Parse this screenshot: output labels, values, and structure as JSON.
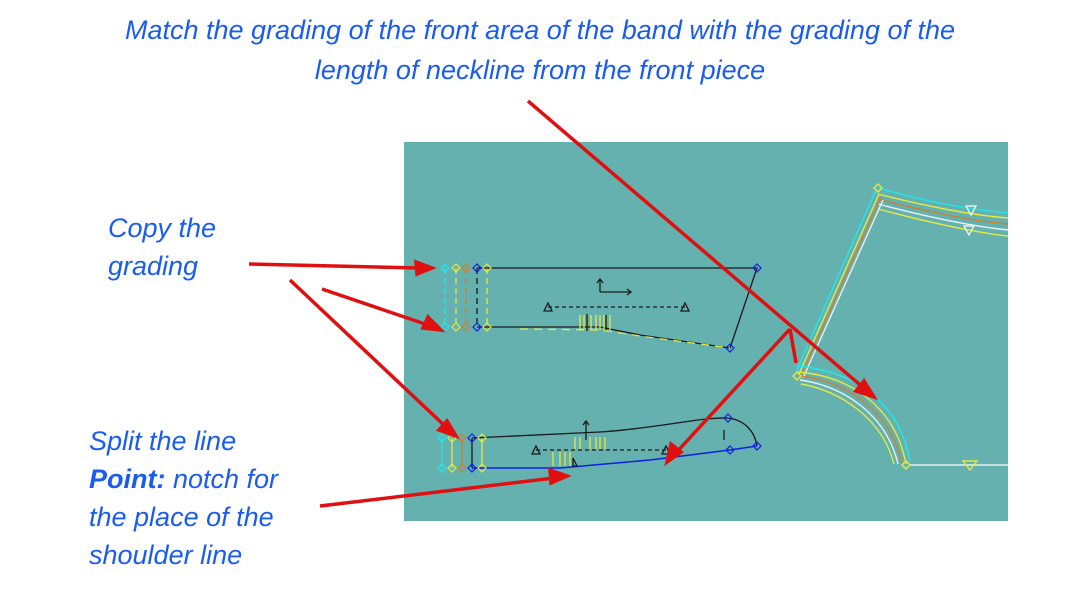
{
  "title": {
    "line1": "Match the grading of the front area of the band with the grading of the",
    "line2": "length of neckline from the front piece"
  },
  "labels": {
    "copy_grading": {
      "line1": "Copy the",
      "line2": "grading"
    },
    "split_line": {
      "line1": "Split the line",
      "point_bold": "Point:",
      "line2_rest": " notch for",
      "line3": "the place of the",
      "line4": "shoulder line"
    }
  },
  "colors": {
    "text": "#1a5cf0",
    "arrow": "#e01010",
    "canvas_bg": "#64b1b0",
    "line_black": "#1a1a1a",
    "point_blue": "#1020e0",
    "grade_cyan": "#20e8f0",
    "grade_yellow": "#e8e840",
    "grade_orange": "#d08030",
    "grade_white": "#e8f0f0"
  }
}
